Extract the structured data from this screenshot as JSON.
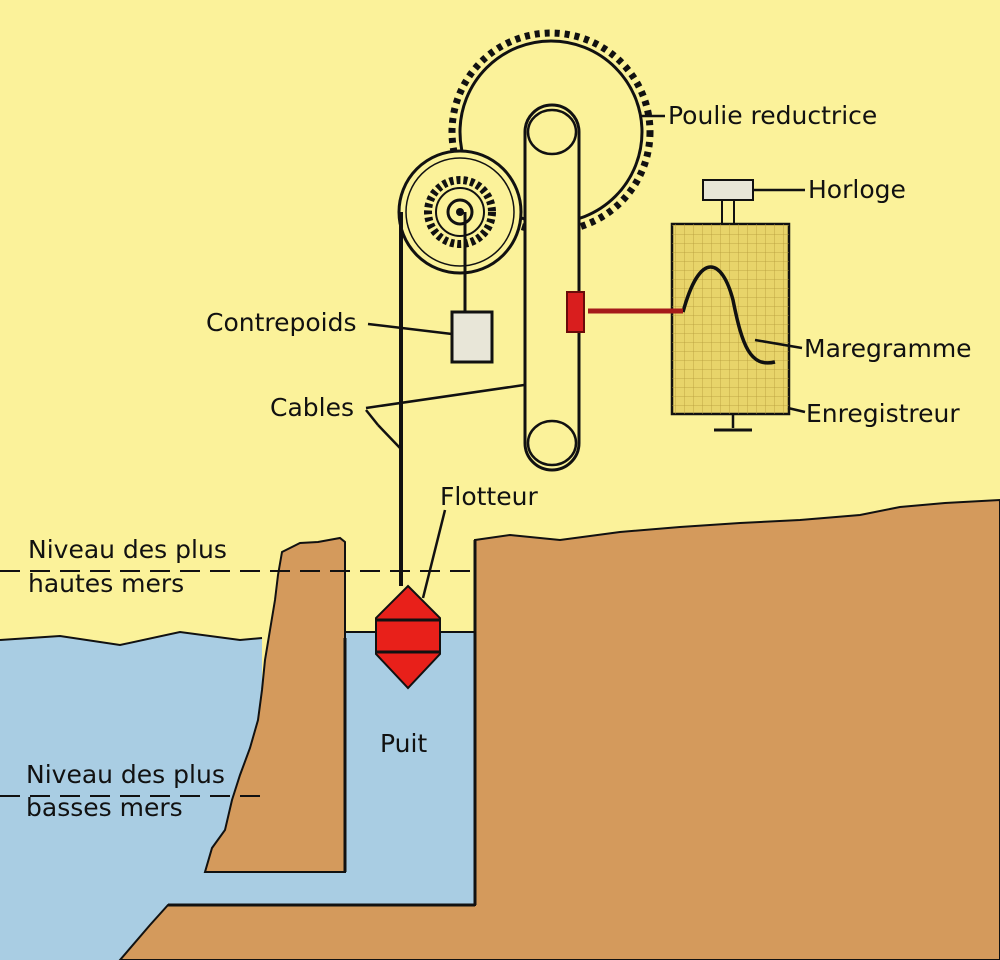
{
  "labels": {
    "poulie": "Poulie reductrice",
    "horloge": "Horloge",
    "contrepoids": "Contrepoids",
    "maregramme": "Maregramme",
    "cables": "Cables",
    "enregistreur": "Enregistreur",
    "flotteur": "Flotteur",
    "hautes_line1": "Niveau des plus",
    "hautes_line2": "hautes mers",
    "basses_line1": "Niveau des plus",
    "basses_line2": "basses mers",
    "puit": "Puit"
  },
  "colors": {
    "sky": "#fbf29a",
    "ground": "#d49a5c",
    "water": "#a9cde3",
    "float": "#e8201a",
    "record_grid": "#e8d46a",
    "ink": "#111111"
  }
}
